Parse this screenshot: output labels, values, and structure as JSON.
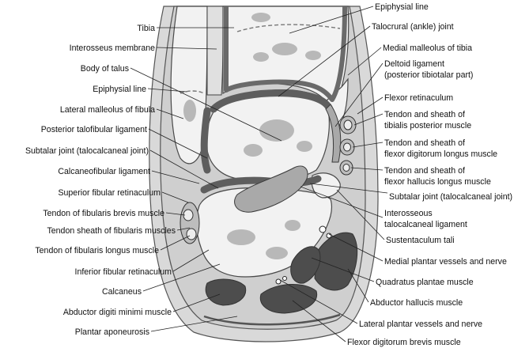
{
  "labels": {
    "tibia": "Tibia",
    "interosseus_membrane": "Interosseus membrane",
    "body_of_talus": "Body of talus",
    "epiphysial_line_left": "Epiphysial line",
    "lateral_malleolus": "Lateral malleolus of fibula",
    "posterior_talofibular": "Posterior talofibular ligament",
    "subtalar_joint_left": "Subtalar joint (talocalcaneal joint)",
    "calcaneofibular": "Calcaneofibular ligament",
    "superior_fibular_retinaculum": "Superior fibular retinaculum",
    "fibularis_brevis_tendon": "Tendon of fibularis brevis muscle",
    "fibularis_sheath": "Tendon sheath of fibularis muscles",
    "fibularis_longus_tendon": "Tendon of fibularis longus muscle",
    "inferior_fibular_retinaculum": "Inferior fibular retinaculum",
    "calcaneus": "Calcaneus",
    "abductor_digiti_minimi": "Abductor digiti minimi muscle",
    "plantar_aponeurosis": "Plantar aponeurosis",
    "epiphysial_line_right": "Epiphysial line",
    "talocrural_joint": "Talocrural (ankle) joint",
    "medial_malleolus": "Medial malleolus of tibia",
    "deltoid_line1": "Deltoid ligament",
    "deltoid_line2": "(posterior tibiotalar part)",
    "flexor_retinaculum": "Flexor retinaculum",
    "tibialis_posterior_line1": "Tendon and sheath of",
    "tibialis_posterior_line2": "tibialis posterior muscle",
    "fdl_line1": "Tendon and sheath of",
    "fdl_line2": "flexor digitorum longus muscle",
    "fhl_line1": "Tendon and sheath of",
    "fhl_line2": "flexor hallucis longus muscle",
    "subtalar_joint_right": "Subtalar joint (talocalcaneal joint)",
    "interosseous_lig_line1": "Interosseous",
    "interosseous_lig_line2": "talocalcaneal ligament",
    "sustentaculum_tali": "Sustentaculum tali",
    "medial_plantar": "Medial plantar vessels and nerve",
    "quadratus_plantae": "Quadratus plantae muscle",
    "abductor_hallucis": "Abductor hallucis muscle",
    "lateral_plantar": "Lateral plantar vessels and nerve",
    "flexor_digitorum_brevis": "Flexor digitorum brevis muscle"
  }
}
